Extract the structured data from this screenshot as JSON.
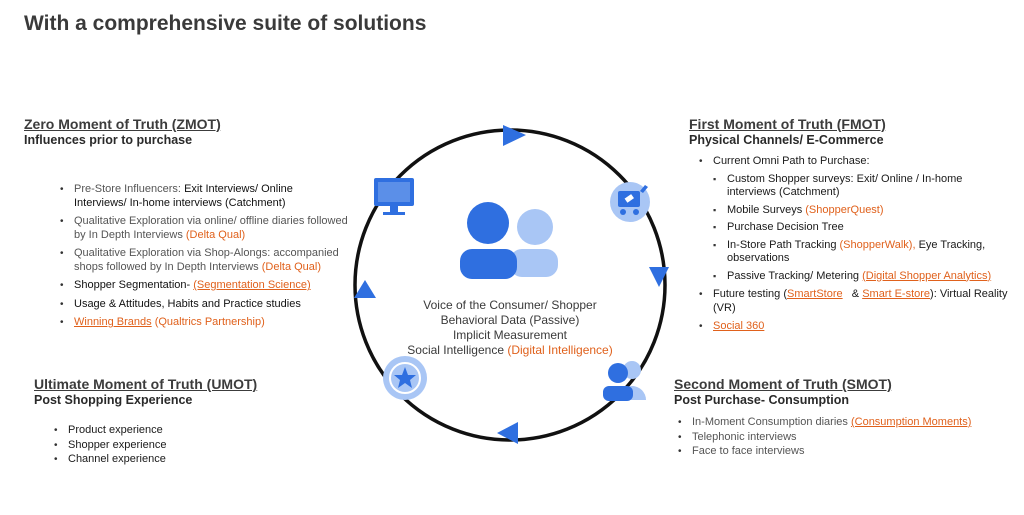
{
  "title": "With a comprehensive suite of solutions",
  "zmot": {
    "title": "Zero Moment of Truth (ZMOT)",
    "subtitle": "Influences prior to purchase",
    "items": [
      {
        "a": "Pre-Store Influencers: ",
        "b": "Exit Interviews/ Online Interviews/ In-home interviews (Catchment)"
      },
      {
        "a": "Qualitative Exploration via online/ offline diaries followed by In Depth Interviews ",
        "link": "(Delta Qual)"
      },
      {
        "a": "Qualitative Exploration via Shop-Alongs: accompanied shops followed by In Depth Interviews ",
        "link": "(Delta Qual)"
      },
      {
        "a": "Shopper Segmentation- ",
        "link": "(Segmentation Science)"
      },
      {
        "a": "Usage & Attitudes, Habits and Practice studies"
      },
      {
        "link_a": "Winning Brands",
        "link": " (Qualtrics Partnership)"
      }
    ]
  },
  "umot": {
    "title": "Ultimate Moment of Truth (UMOT)",
    "subtitle": "Post Shopping Experience",
    "items": [
      "Product experience",
      "Shopper experience",
      "Channel experience"
    ]
  },
  "fmot": {
    "title": "First Moment of Truth (FMOT)",
    "subtitle": "Physical Channels/ E-Commerce",
    "item1": "Current Omni Path to Purchase:",
    "sub": [
      {
        "a": "Custom Shopper surveys: Exit/ Online / In-home interviews (Catchment)"
      },
      {
        "a": "Mobile Surveys ",
        "link": "(ShopperQuest)"
      },
      {
        "a": "Purchase Decision Tree"
      },
      {
        "a": "In-Store Path Tracking ",
        "link": "(ShopperWalk),",
        "c": " Eye Tracking, observations"
      },
      {
        "a": "Passive Tracking/ Metering ",
        "link": "(Digital Shopper Analytics)"
      }
    ],
    "future": {
      "a": "Future testing (",
      "l1": "SmartStore",
      "m": "   & ",
      "l2": "Smart E-store",
      "c": "): Virtual Reality (VR)"
    },
    "social": "Social 360"
  },
  "smot": {
    "title": "Second Moment of Truth (SMOT)",
    "subtitle": "Post Purchase- Consumption",
    "items": [
      {
        "a": "In-Moment Consumption diaries ",
        "link": "(Consumption Moments)"
      },
      {
        "a": "Telephonic interviews"
      },
      {
        "a": "Face to face interviews"
      }
    ]
  },
  "center": {
    "line1": "Voice of the Consumer/ Shopper",
    "line2": "Behavioral Data (Passive)",
    "line3": "Implicit Measurement",
    "line4a": "Social Intelligence ",
    "line4b": "(Digital Intelligence)"
  },
  "colors": {
    "blue": "#2f6fe0",
    "light_blue": "#a9c6f5",
    "orange": "#e0611c",
    "ring": "#111111"
  },
  "icons": [
    "monitor-icon",
    "cart-icon",
    "users-icon",
    "star-badge-icon",
    "people-group-icon"
  ]
}
